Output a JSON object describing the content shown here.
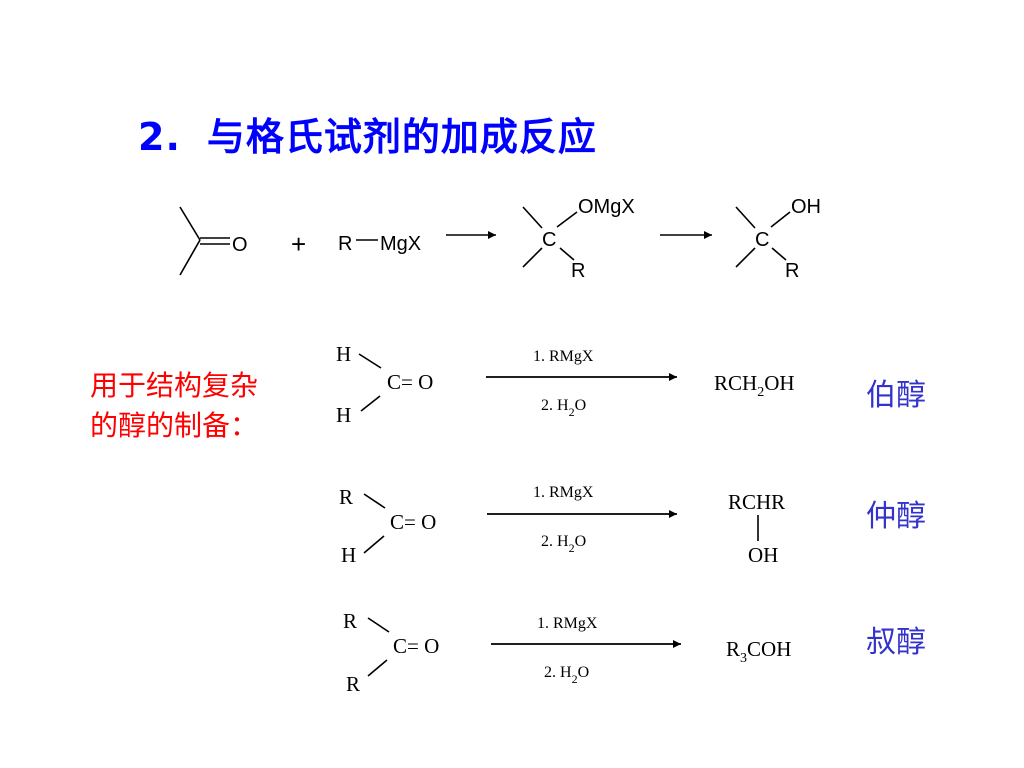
{
  "title": {
    "number": "2.",
    "text": "与格氏试剂的加成反应"
  },
  "general": {
    "ketone_o": "O",
    "plus": "+",
    "reagent_r": "R",
    "reagent_mgx": "MgX",
    "intermediate": {
      "center": "C",
      "top": "OMgX",
      "bottom": "R"
    },
    "product": {
      "center": "C",
      "top": "OH",
      "bottom": "R"
    }
  },
  "note": {
    "line1": "用于结构复杂",
    "line2": "的醇的制备："
  },
  "reactions": [
    {
      "sub_top": "H",
      "carbonyl": "C= O",
      "sub_bottom": "H",
      "step1": "1. RMgX",
      "step2_pre": "2. H",
      "step2_sub": "2",
      "step2_post": "O",
      "product": {
        "p1": "RCH",
        "p2": "2",
        "p3": "OH"
      },
      "alcohol": "伯醇"
    },
    {
      "sub_top": "R",
      "carbonyl": "C= O",
      "sub_bottom": "H",
      "step1": "1. RMgX",
      "step2_pre": "2. H",
      "step2_sub": "2",
      "step2_post": "O",
      "product": {
        "main": "RCHR",
        "oh": "OH"
      },
      "alcohol": "仲醇"
    },
    {
      "sub_top": "R",
      "carbonyl": "C= O",
      "sub_bottom": "R",
      "step1": "1. RMgX",
      "step2_pre": "2. H",
      "step2_sub": "2",
      "step2_post": "O",
      "product": {
        "p1": "R",
        "p2": "3",
        "p3": "COH"
      },
      "alcohol": "叔醇"
    }
  ]
}
